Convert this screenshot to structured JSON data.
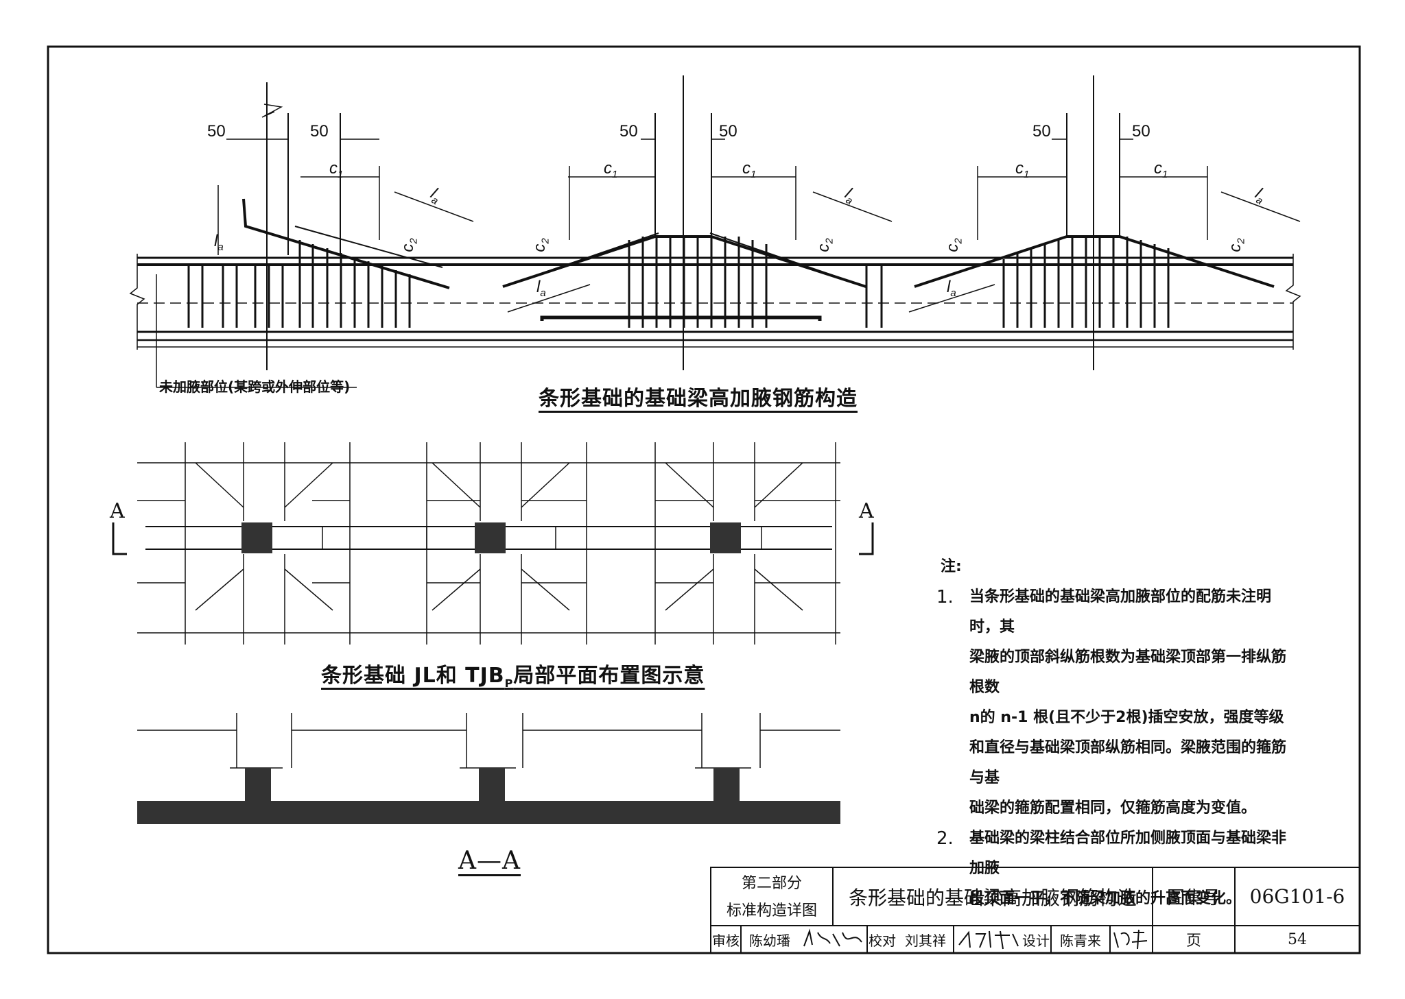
{
  "diagram": {
    "elevation_title": "条形基础的基础梁高加腋钢筋构造",
    "plan_title_prefix": "条形基础 JL和 TJB",
    "plan_title_sub": "P",
    "plan_title_suffix": "局部平面布置图示意",
    "section_title": "A—A",
    "section_mark": "A",
    "dim_50": "50",
    "dim_c1": "c",
    "dim_c1_sub": "1",
    "dim_c2": "c",
    "dim_c2_sub": "2",
    "dim_la": "l",
    "dim_la_sub": "a",
    "unhaunched_label": "未加腋部位(某跨或外伸部位等)"
  },
  "notes": {
    "title": "注:",
    "items": [
      {
        "num": "1.",
        "lines": [
          "当条形基础的基础梁高加腋部位的配筋未注明时，其",
          "梁腋的顶部斜纵筋根数为基础梁顶部第一排纵筋根数",
          "n的 n-1 根(且不少于2根)插空安放，强度等级",
          "和直径与基础梁顶部纵筋相同。梁腋范围的箍筋与基",
          "础梁的箍筋配置相同，仅箍筋高度为变值。"
        ]
      },
      {
        "num": "2.",
        "lines": [
          "基础梁的梁柱结合部位所加侧腋顶面与基础梁非加腋",
          "段顶面一平，不随梁加腋的升高而变化。"
        ]
      }
    ]
  },
  "title_block": {
    "part": "第二部分",
    "part_desc": "标准构造详图",
    "drawing_title": "条形基础的基础梁高加腋钢筋构造",
    "atlas_label": "图集号",
    "atlas_no": "06G101-6",
    "review_label": "审核",
    "reviewer": "陈幼璠",
    "check_label": "校对",
    "checker": "刘其祥",
    "design_label": "设计",
    "designer": "陈青来",
    "page_label": "页",
    "page_no": "54"
  }
}
